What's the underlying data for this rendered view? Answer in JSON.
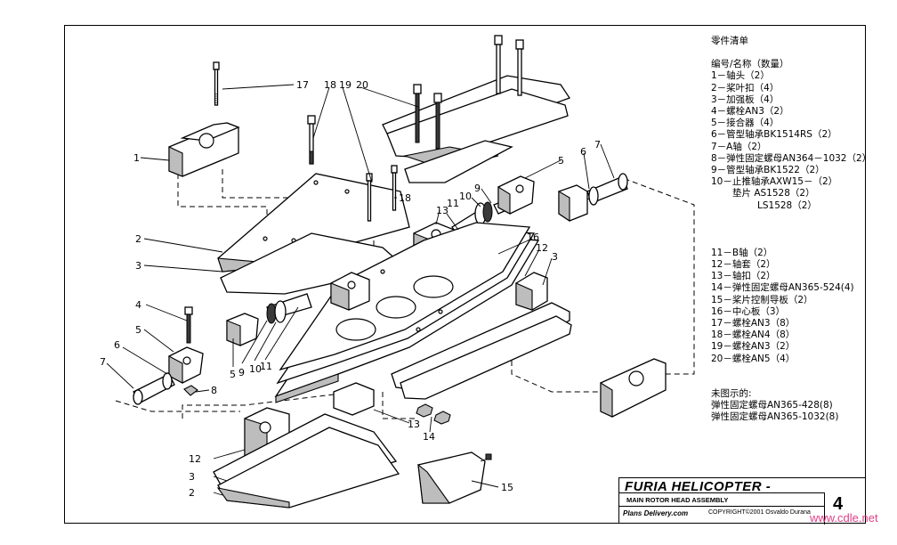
{
  "parts_list": {
    "title": "零件清单",
    "header": "编号/名称（数量）",
    "items_a": [
      "1－轴头（2）",
      "2－桨叶扣（4）",
      "3－加强板（4）",
      "4－螺栓AN3（2）",
      "5－接合器（4）",
      "6－管型轴承BK1514RS（2）",
      "7－A轴（2）",
      "8－弹性固定螺母AN364－1032（2）",
      "9－管型轴承BK1522（2）",
      "10－止推轴承AXW15－（2）"
    ],
    "washer_label": "垫片 AS1528（2）",
    "washer_second": "LS1528（2）",
    "items_b": [
      "11－B轴（2）",
      "12－轴套（2）",
      "13－轴扣（2）",
      "14－弹性固定螺母AN365-524(4)",
      "15－桨片控制导板（2）",
      "16－中心板（3）",
      "17－螺栓AN3（8）",
      "18－螺栓AN4（8）",
      "19－螺栓AN3（2）",
      "20－螺栓AN5（4）"
    ],
    "not_shown_header": "未图示的:",
    "not_shown": [
      "弹性固定螺母AN365-428(8)",
      "弹性固定螺母AN365-1032(8)"
    ]
  },
  "callouts": {
    "c1": "1",
    "c2a": "2",
    "c3a": "3",
    "c4": "4",
    "c5a": "5",
    "c6a": "6",
    "c7a": "7",
    "c8": "8",
    "c9a": "9",
    "c10a": "10",
    "c11a": "11",
    "c5b": "5",
    "c9b": "9",
    "c10b": "10",
    "c11b": "11",
    "c13a": "13",
    "c16": "16",
    "c12a": "12",
    "c3b": "3",
    "c5c": "5",
    "c6b": "6",
    "c7b": "7",
    "c17": "17",
    "c18a": "18",
    "c19": "19",
    "c20": "20",
    "c18b": "18",
    "c12b": "12",
    "c3c": "3",
    "c2b": "2",
    "c13b": "13",
    "c14": "14",
    "c15": "15"
  },
  "title_block": {
    "title": "FURIA HELICOPTER -",
    "subtitle": "MAIN ROTOR HEAD ASSEMBLY",
    "site": "Plans Delivery.com",
    "copyright": "COPYRIGHT©2001 Osvaldo Durana",
    "page": "4"
  },
  "watermark": "www.cdle.net"
}
